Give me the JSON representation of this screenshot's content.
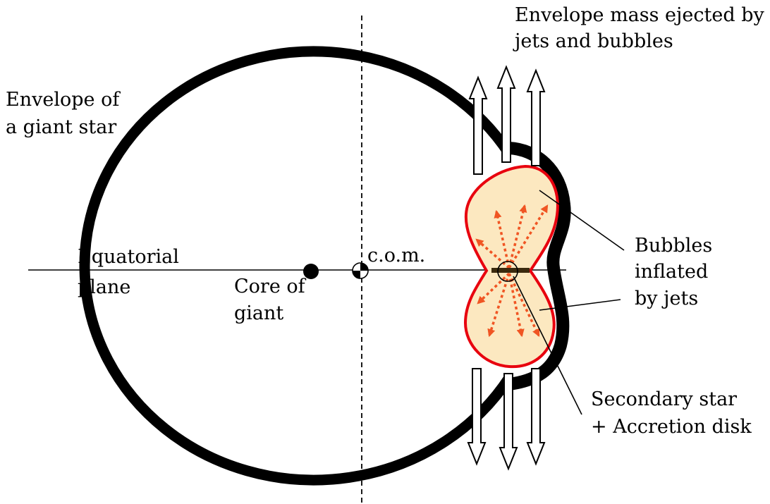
{
  "labels": {
    "envelope_line1": "Envelope of",
    "envelope_line2": "a giant star",
    "ejected_line1": "Envelope mass ejected by",
    "ejected_line2": "jets and bubbles",
    "equatorial_line1": "Equatorial",
    "equatorial_line2": "plane",
    "core_line1": "Core of",
    "core_line2": "giant",
    "com": "c.o.m.",
    "bubbles_line1": "Bubbles",
    "bubbles_line2": "inflated",
    "bubbles_line3": "by jets",
    "secondary_line1": "Secondary star",
    "secondary_line2": "+ Accretion disk"
  },
  "colors": {
    "envelope": "#000000",
    "bubble_fill": "#fce8c0",
    "bubble_outline": "#e8000e",
    "jet_arrows": "#f05523",
    "accretion_disk": "#3b2a0e",
    "ejection_arrow_fill": "#ffffff"
  }
}
